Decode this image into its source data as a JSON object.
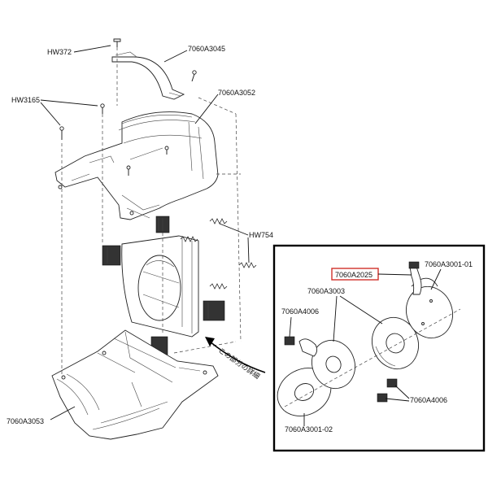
{
  "labels": {
    "hw372": "HW372",
    "p3045": "7060A3045",
    "hw3165": "HW3165",
    "p3052": "7060A3052",
    "hw754": "HW754",
    "p3053": "7060A3053",
    "p2025": "7060A2025",
    "p3001_01": "7060A3001-01",
    "p3003": "7060A3003",
    "p4006_left": "7060A4006",
    "p4006_right": "7060A4006",
    "p3001_02": "7060A3001-02"
  },
  "detail_note": "この部分の詳細",
  "colors": {
    "highlight": "#d0302a",
    "ink": "#111111"
  }
}
